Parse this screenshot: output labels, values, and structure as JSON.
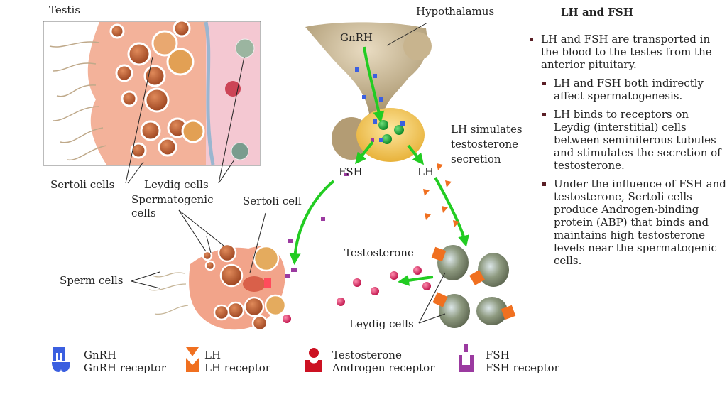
{
  "diagram": {
    "labels": {
      "testis": "Testis",
      "hypothalamus": "Hypothalamus",
      "gnrh": "GnRH",
      "fsh": "FSH",
      "lh": "LH",
      "lh_note": [
        "LH simulates",
        "testosterone",
        "secretion"
      ],
      "sertoli_cells": "Sertoli cells",
      "leydig_cells_top": "Leydig cells",
      "spermatogenic_cells": [
        "Spermatogenic",
        "cells"
      ],
      "sertoli_cell": "Sertoli cell",
      "sperm_cells": "Sperm cells",
      "testosterone": "Testosterone",
      "leydig_cells_bottom": "Leydig cells"
    },
    "colors": {
      "arrow_green": "#22cc22",
      "gnrh_blue": "#3b5fe0",
      "lh_orange": "#f07020",
      "testosterone_red": "#cc1122",
      "testosterone_pink": "#d81b60",
      "fsh_purple": "#9b3aa0",
      "pituitary_yellow": "#f2c24a",
      "tissue_pink": "#f0a88c"
    }
  },
  "legend": [
    {
      "icon": "gnrh-receptor-icon",
      "line1": "GnRH",
      "line2": "GnRH receptor"
    },
    {
      "icon": "lh-receptor-icon",
      "line1": "LH",
      "line2": "LH receptor"
    },
    {
      "icon": "androgen-receptor-icon",
      "line1": "Testosterone",
      "line2": "Androgen receptor"
    },
    {
      "icon": "fsh-receptor-icon",
      "line1": "FSH",
      "line2": "FSH receptor"
    }
  ],
  "sidebar": {
    "title": "LH and FSH",
    "bullets": [
      {
        "level": 1,
        "text": "LH and FSH are transported in the blood to the testes from the anterior pituitary."
      },
      {
        "level": 2,
        "text": "LH and FSH both indirectly affect spermatogenesis."
      },
      {
        "level": 2,
        "text": "LH binds to receptors on Leydig (interstitial) cells between seminiferous tubules and stimulates the secretion of testosterone."
      },
      {
        "level": 2,
        "text": "Under the influence of FSH and testosterone, Sertoli cells produce Androgen-binding protein (ABP) that binds and maintains high testosterone levels near the spermatogenic cells."
      }
    ]
  }
}
